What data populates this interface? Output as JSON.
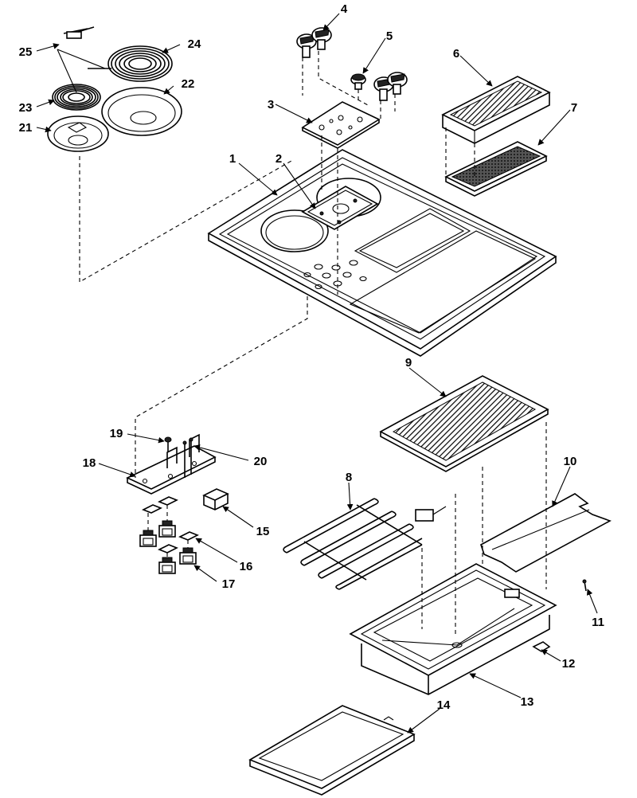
{
  "figure": {
    "background": "#ffffff",
    "ink": "#000000"
  },
  "callouts": {
    "c1": "1",
    "c2": "2",
    "c3": "3",
    "c4": "4",
    "c5": "5",
    "c6": "6",
    "c7": "7",
    "c8": "8",
    "c9": "9",
    "c10": "10",
    "c11": "11",
    "c12": "12",
    "c13": "13",
    "c14": "14",
    "c15": "15",
    "c16": "16",
    "c17": "17",
    "c18": "18",
    "c19": "19",
    "c20": "20",
    "c21": "21",
    "c22": "22",
    "c23": "23",
    "c24": "24",
    "c25": "25"
  }
}
